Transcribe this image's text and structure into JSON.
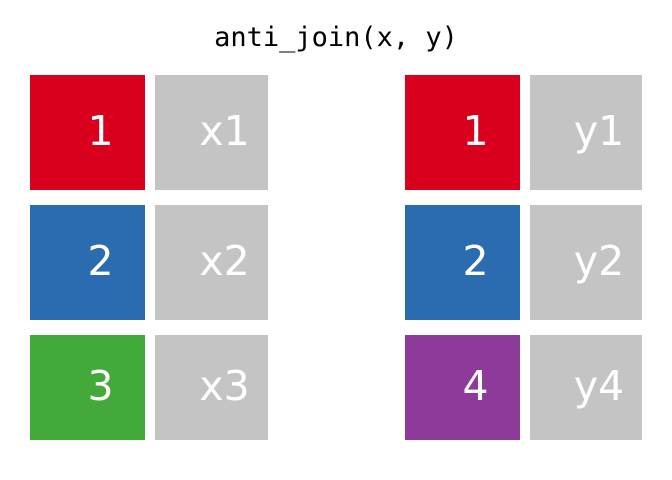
{
  "title": "anti_join(x, y)",
  "colors": {
    "red": "#D8001C",
    "blue": "#2B6CB0",
    "green": "#43A93B",
    "purple": "#8E3A9B",
    "gray": "#C4C4C4",
    "text_on_cell": "#FFFFFF",
    "title_text": "#000000",
    "background": "#FFFFFF"
  },
  "tables": [
    {
      "name": "x",
      "rows": [
        {
          "key": "1",
          "key_color": "#D8001C",
          "value": "x1",
          "value_color": "#C4C4C4"
        },
        {
          "key": "2",
          "key_color": "#2B6CB0",
          "value": "x2",
          "value_color": "#C4C4C4"
        },
        {
          "key": "3",
          "key_color": "#43A93B",
          "value": "x3",
          "value_color": "#C4C4C4"
        }
      ]
    },
    {
      "name": "y",
      "rows": [
        {
          "key": "1",
          "key_color": "#D8001C",
          "value": "y1",
          "value_color": "#C4C4C4"
        },
        {
          "key": "2",
          "key_color": "#2B6CB0",
          "value": "y2",
          "value_color": "#C4C4C4"
        },
        {
          "key": "4",
          "key_color": "#8E3A9B",
          "value": "y4",
          "value_color": "#C4C4C4"
        }
      ]
    }
  ]
}
